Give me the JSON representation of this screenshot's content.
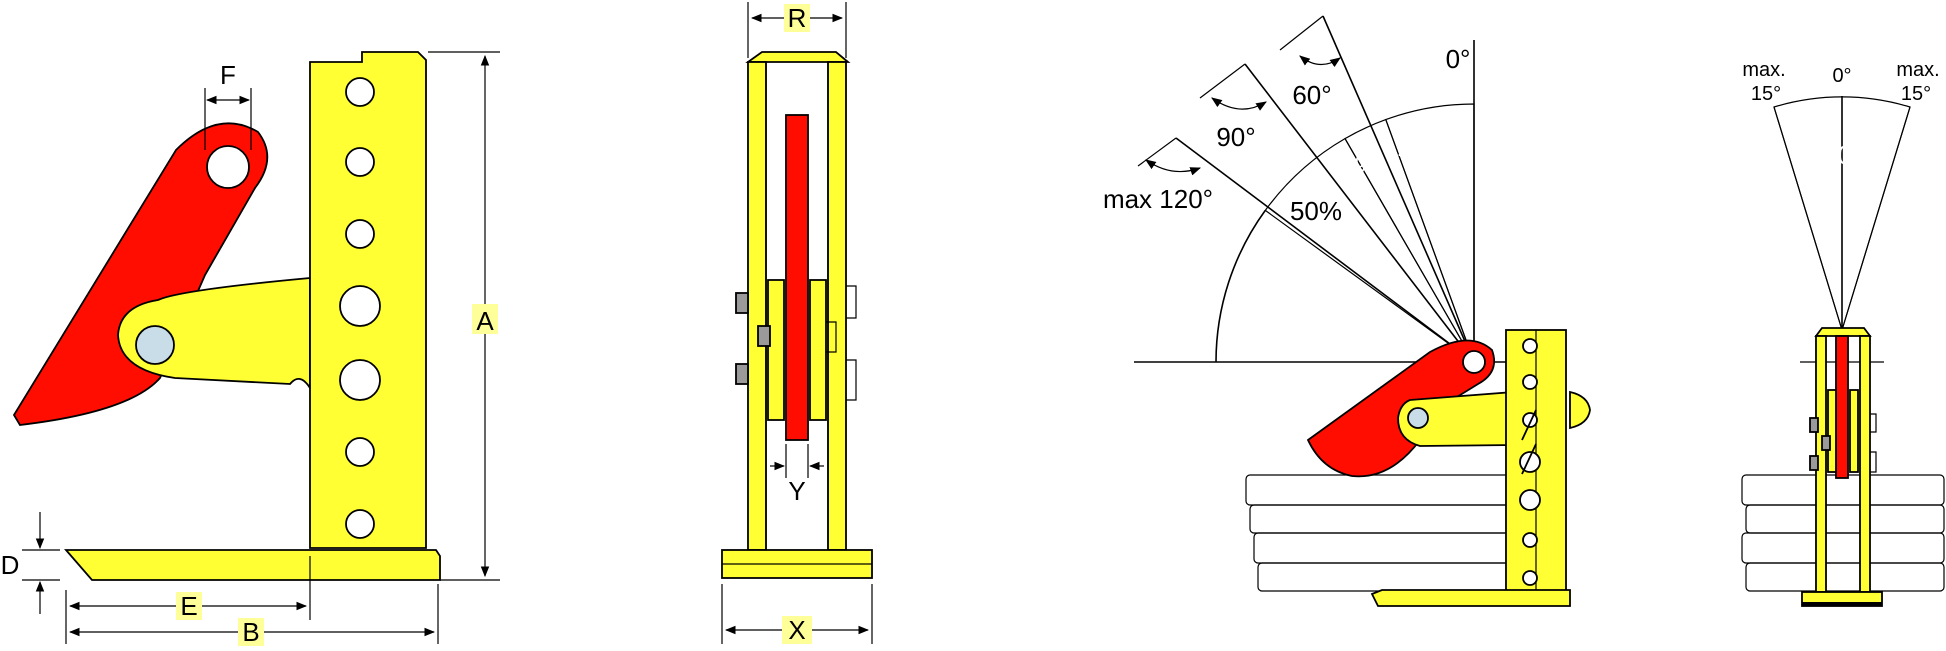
{
  "colors": {
    "yellow": "#ffff33",
    "red": "#ff0d00",
    "green": "#22ee22",
    "lime": "#99ee22",
    "plate": "#a6d3e6",
    "pin": "#c8dde8",
    "grey": "#9a9a9a"
  },
  "dimensions": {
    "a": "A",
    "b": "B",
    "d": "D",
    "e": "E",
    "f": "F",
    "r": "R",
    "x": "X",
    "y": "Y"
  },
  "angles": {
    "zero": "0°",
    "sixty": "60°",
    "ninety": "90°",
    "max120": "max 120°",
    "p100": "100%",
    "p75": "75%",
    "p50": "50%"
  },
  "tilt": {
    "max_left": "max.",
    "left_deg": "15°",
    "zero": "0°",
    "max_right": "max.",
    "right_deg": "15°",
    "p100": "100%"
  }
}
